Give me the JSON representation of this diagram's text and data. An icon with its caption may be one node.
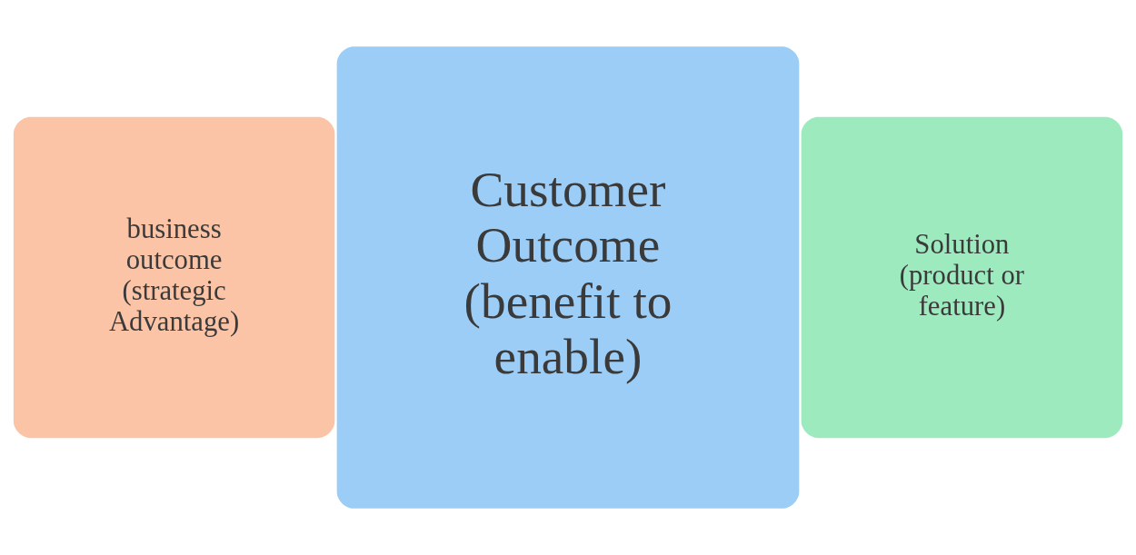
{
  "diagram": {
    "nodes": [
      {
        "text": [
          "business outcome (strategic Advantage)"
        ]
      },
      {
        "text": [
          "Customer Outcome (benefit to enable)"
        ]
      },
      {
        "text": [
          "Solution (product or feature)"
        ]
      }
    ],
    "edges": []
  }
}
